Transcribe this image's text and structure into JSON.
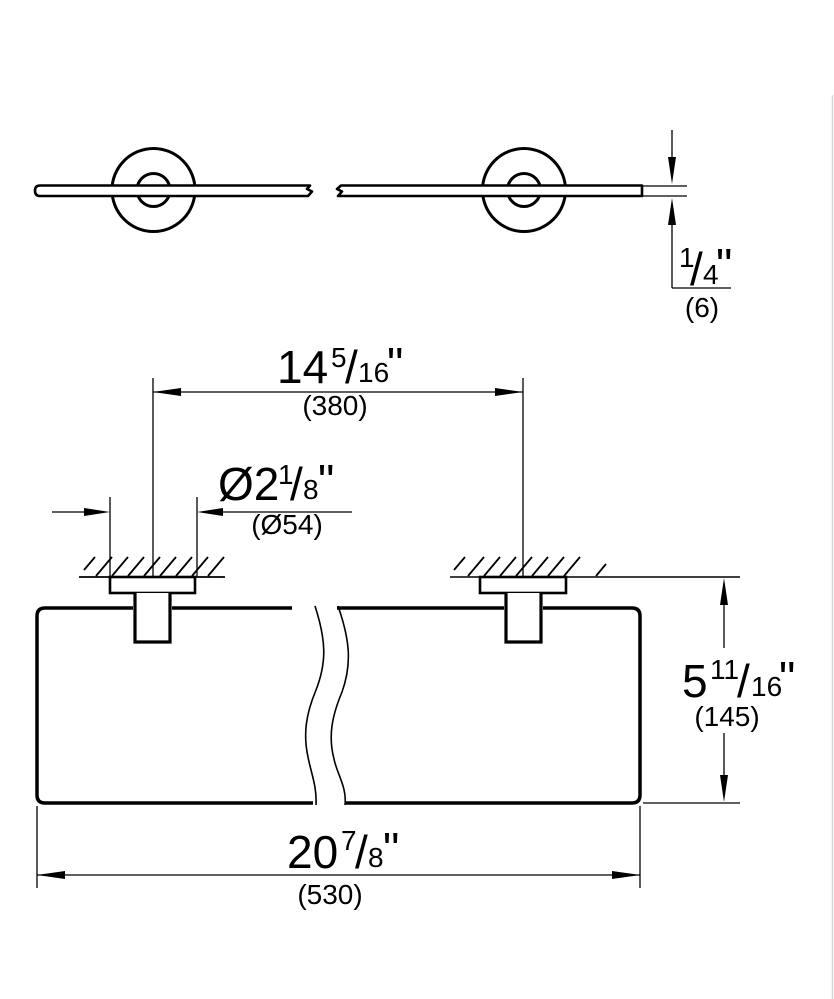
{
  "drawing": {
    "type": "technical-dimension-drawing",
    "colors": {
      "line": "#000000",
      "background": "#ffffff"
    },
    "dims": {
      "thickness": {
        "num": "1",
        "slash": "/",
        "den": "4",
        "unit": "\"",
        "metric": "(6)"
      },
      "spacing": {
        "whole": "14",
        "num": "5",
        "slash": "/",
        "den": "16",
        "unit": "\"",
        "metric": "(380)"
      },
      "diameter": {
        "whole": "Ø2",
        "num": "1",
        "slash": "/",
        "den": "8",
        "unit": "\"",
        "metric": "(Ø54)"
      },
      "depth": {
        "whole": "5",
        "num": "11",
        "slash": "/",
        "den": "16",
        "unit": "\"",
        "metric": "(145)"
      },
      "width": {
        "whole": "20",
        "num": "7",
        "slash": "/",
        "den": "8",
        "unit": "\"",
        "metric": "(530)"
      }
    }
  }
}
